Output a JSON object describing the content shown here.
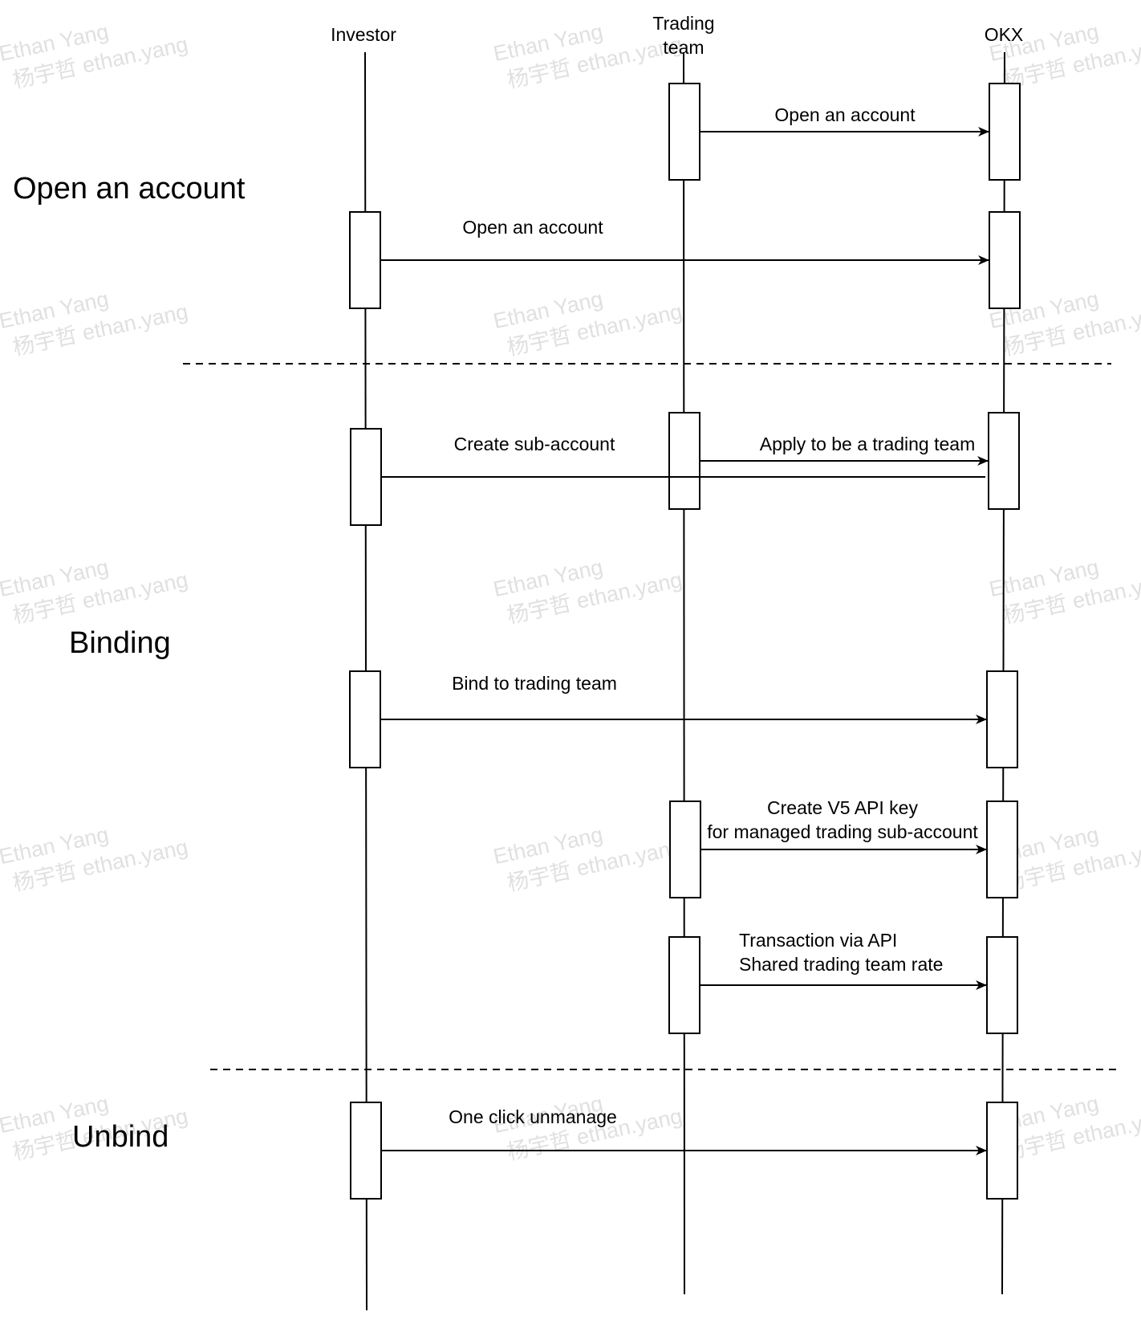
{
  "participants": [
    {
      "name": "Investor"
    },
    {
      "name": "Trading team",
      "lines": [
        "Trading",
        "team"
      ]
    },
    {
      "name": "OKX"
    }
  ],
  "phases": [
    "Open an account",
    "Binding",
    "Unbind"
  ],
  "messages": [
    {
      "from": "Trading team",
      "to": "OKX",
      "label_lines": [
        "Open an account"
      ]
    },
    {
      "from": "Investor",
      "to": "OKX",
      "label_lines": [
        "Open an account"
      ]
    },
    {
      "from": "Trading team",
      "to": "OKX",
      "label_lines": [
        "Apply to be a trading team"
      ]
    },
    {
      "from": "Investor",
      "to": "OKX",
      "label_lines": [
        "Create sub-account"
      ]
    },
    {
      "from": "Investor",
      "to": "OKX",
      "label_lines": [
        "Bind to trading team"
      ]
    },
    {
      "from": "Trading team",
      "to": "OKX",
      "label_lines": [
        "Create V5 API key",
        "for managed trading sub-account"
      ]
    },
    {
      "from": "Trading team",
      "to": "OKX",
      "label_lines": [
        "Transaction via API",
        "Shared trading team rate"
      ]
    },
    {
      "from": "Investor",
      "to": "OKX",
      "label_lines": [
        "One click unmanage"
      ]
    }
  ],
  "watermark": {
    "line1": "Ethan Yang",
    "line2": "杨宇哲 ethan.yang"
  }
}
